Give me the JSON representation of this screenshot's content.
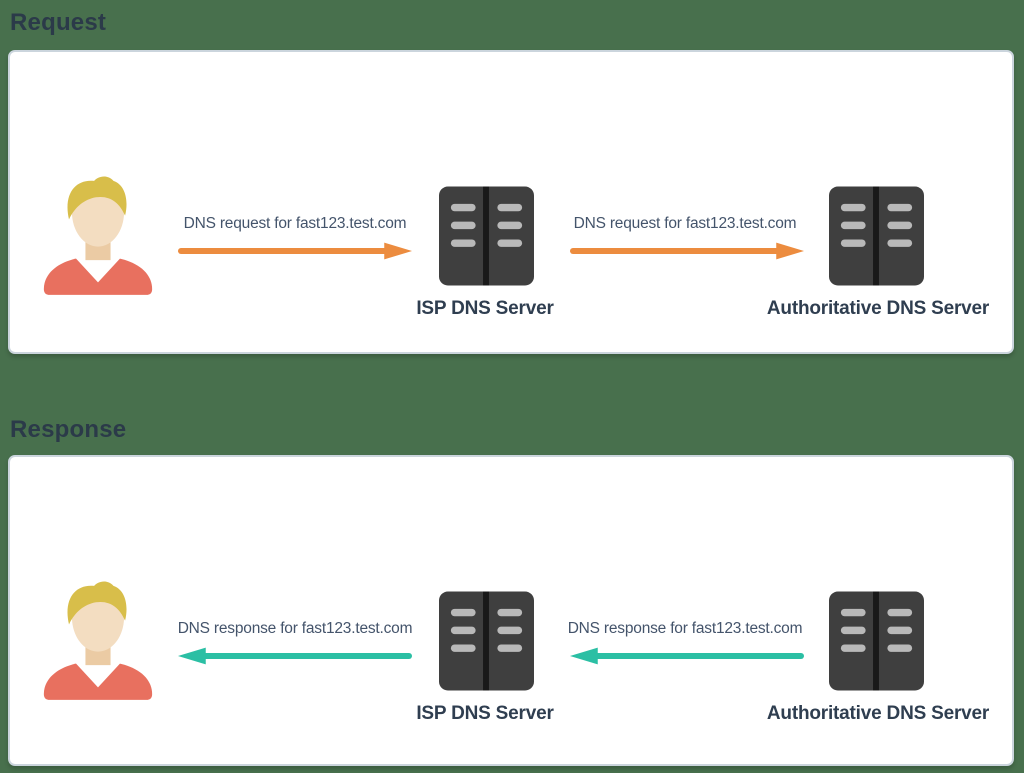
{
  "colors": {
    "background": "#48704D",
    "panel_background": "#FFFFFF",
    "panel_border": "#CBD5DD",
    "heading_text": "#2B3A49",
    "arrow_label_text": "#44546B",
    "node_label_text": "#2F3E50",
    "request_arrow": "#EC8C3F",
    "response_arrow": "#2BBFA4",
    "server_body": "#3F3F3F",
    "server_stripe": "#191919",
    "server_slot": "#B9B9B9",
    "person_hair": "#D8BE4A",
    "person_skin": "#F3DDC1",
    "person_neck": "#EBCBA4",
    "person_shirt": "#E8705F",
    "person_collar": "#FFFFFF"
  },
  "request": {
    "heading": "Request",
    "nodes": {
      "isp": "ISP DNS Server",
      "authoritative": "Authoritative DNS Server"
    },
    "arrows": [
      {
        "label": "DNS request for fast123.test.com",
        "from": "user",
        "to": "isp",
        "direction": "right"
      },
      {
        "label": "DNS request for fast123.test.com",
        "from": "isp",
        "to": "authoritative",
        "direction": "right"
      }
    ]
  },
  "response": {
    "heading": "Response",
    "nodes": {
      "isp": "ISP DNS Server",
      "authoritative": "Authoritative DNS Server"
    },
    "arrows": [
      {
        "label": "DNS response for fast123.test.com",
        "from": "isp",
        "to": "user",
        "direction": "left"
      },
      {
        "label": "DNS response for fast123.test.com",
        "from": "authoritative",
        "to": "isp",
        "direction": "left"
      }
    ]
  }
}
